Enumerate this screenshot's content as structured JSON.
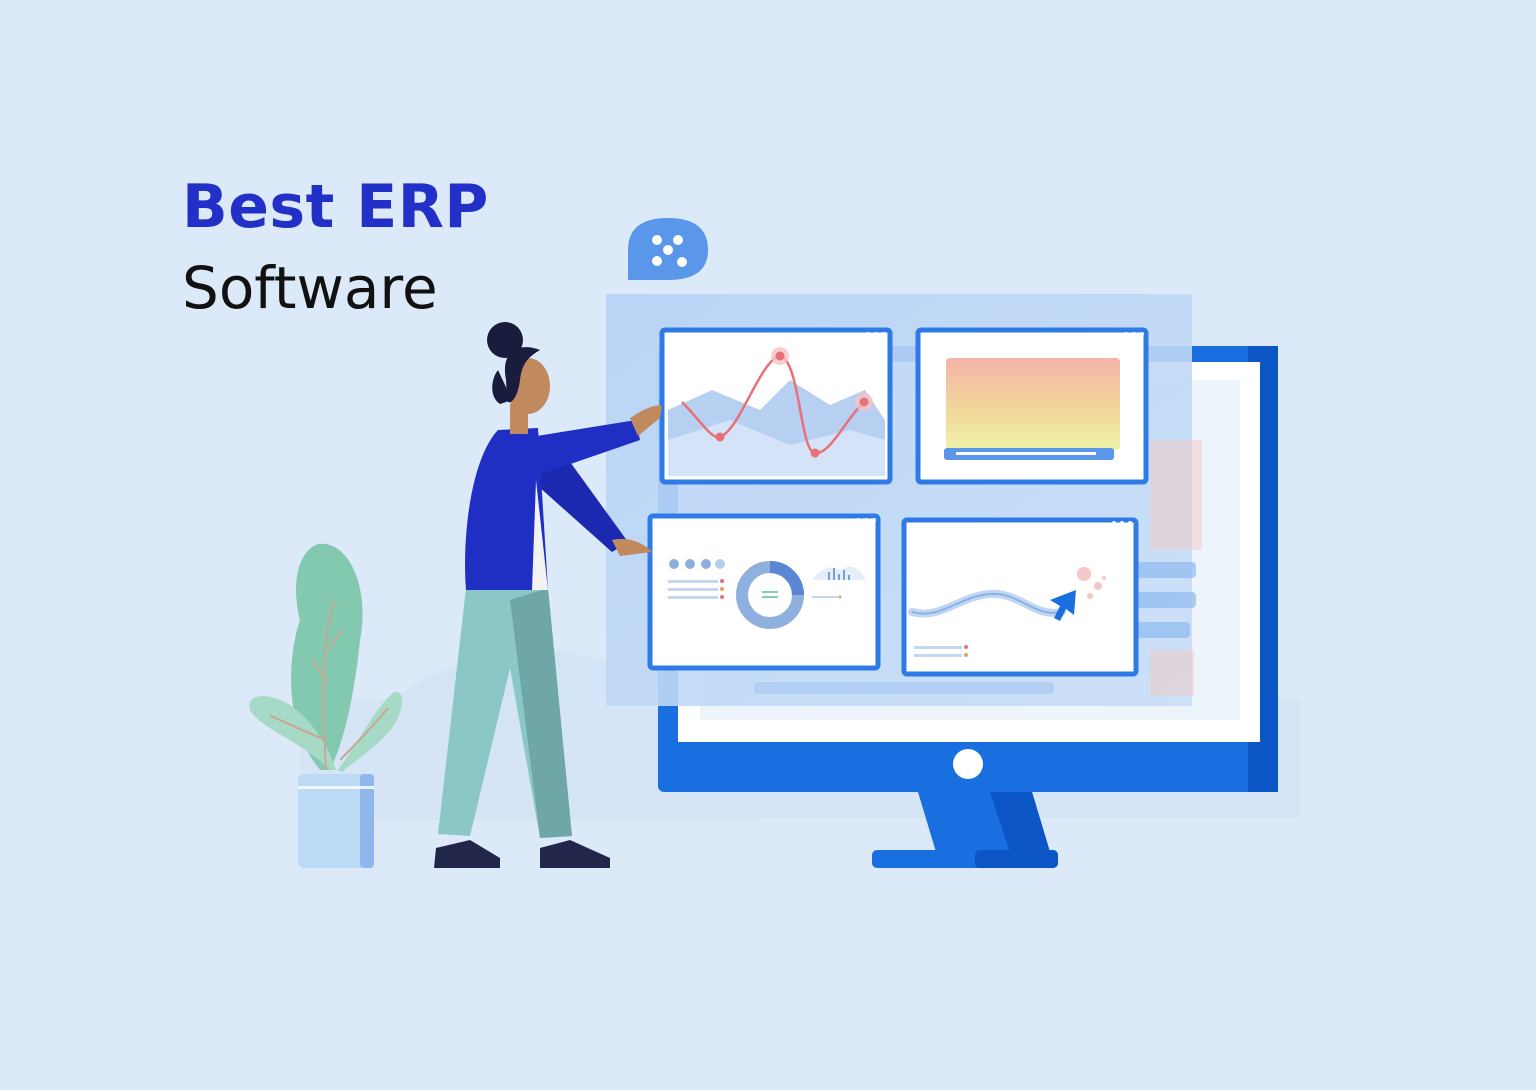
{
  "heading": {
    "line1": "Best ERP",
    "line2": "Software"
  },
  "colors": {
    "background": "#dbe9f8",
    "heading_accent": "#2230c8",
    "heading_text": "#111111",
    "monitor_blue": "#1a6fe0",
    "monitor_dark": "#0b55c4",
    "panel_outline": "#2f7be6",
    "chart_red": "#e8707a",
    "shirt": "#1f2fc4",
    "pants": "#8cc7c7",
    "plant": "#82c9b0"
  },
  "illustration": {
    "subject": "person presenting dashboard panels on a monitor",
    "icons": [
      "monitor-icon",
      "chat-bubble-icon",
      "cursor-arrow-icon",
      "plant-icon"
    ]
  }
}
